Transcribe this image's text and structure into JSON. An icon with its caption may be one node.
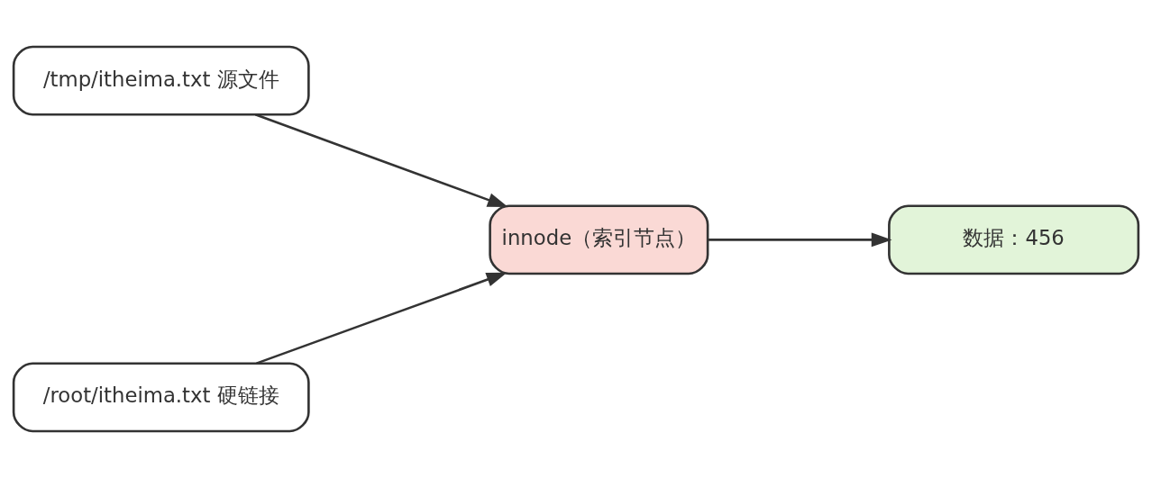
{
  "diagram": {
    "nodes": [
      {
        "text": [
          "/tmp/itheima.txt 源文件"
        ]
      },
      {
        "text": [
          "/root/itheima.txt 硬链接"
        ]
      },
      {
        "text": [
          "innode（索引节点）"
        ]
      },
      {
        "text": [
          "数据：456"
        ]
      }
    ],
    "edges": [
      {
        "from": 0,
        "to": 2,
        "arrow": "to"
      },
      {
        "from": 1,
        "to": 2,
        "arrow": "to"
      },
      {
        "from": 2,
        "to": 3,
        "arrow": "to"
      }
    ]
  }
}
